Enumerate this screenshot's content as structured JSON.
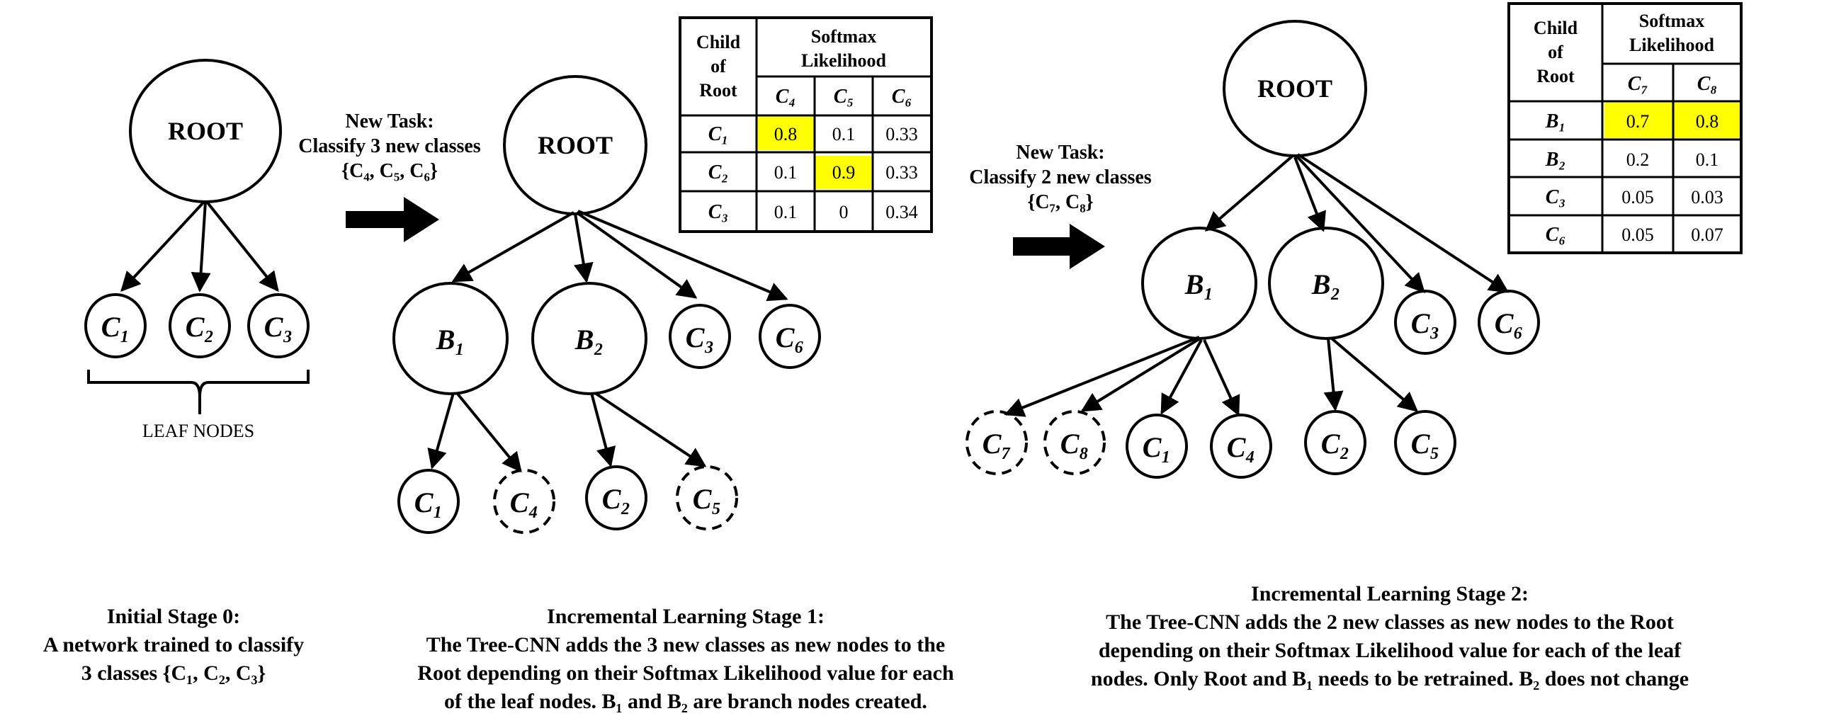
{
  "stage0": {
    "nodes": {
      "root": "ROOT",
      "c1": "C₁",
      "c2": "C₂",
      "c3": "C₃"
    },
    "leaf_label": "LEAF NODES",
    "caption": [
      "Initial Stage 0:",
      "A network trained to classify",
      "3 classes {C₁, C₂, C₃}"
    ]
  },
  "task1": {
    "title": "New Task:",
    "line2": "Classify 3 new classes",
    "set": "{C₄, C₅, C₆}"
  },
  "stage1": {
    "nodes": {
      "root": "ROOT",
      "b1": "B₁",
      "b2": "B₂",
      "c3": "C₃",
      "c6": "C₆",
      "c1": "C₁",
      "c4": "C₄",
      "c2": "C₂",
      "c5": "C₅"
    },
    "caption": [
      "Incremental Learning Stage 1:",
      "The Tree-CNN adds the 3 new classes as new nodes to the",
      "Root depending on their Softmax Likelihood value for each",
      "of the leaf nodes. B₁ and B₂ are branch nodes created."
    ]
  },
  "table1": {
    "header_child": [
      "Child",
      "of",
      "Root"
    ],
    "header_softmax": [
      "Softmax",
      "Likelihood"
    ],
    "columns": [
      "C₄",
      "C₅",
      "C₆"
    ],
    "rows": [
      {
        "label": "C₁",
        "values": [
          "0.8",
          "0.1",
          "0.33"
        ],
        "highlight": [
          true,
          false,
          false
        ]
      },
      {
        "label": "C₂",
        "values": [
          "0.1",
          "0.9",
          "0.33"
        ],
        "highlight": [
          false,
          true,
          false
        ]
      },
      {
        "label": "C₃",
        "values": [
          "0.1",
          "0",
          "0.34"
        ],
        "highlight": [
          false,
          false,
          false
        ]
      }
    ]
  },
  "task2": {
    "title": "New Task:",
    "line2": "Classify 2 new classes",
    "set": "{C₇, C₈}"
  },
  "stage2": {
    "nodes": {
      "root": "ROOT",
      "b1": "B₁",
      "b2": "B₂",
      "c3": "C₃",
      "c6": "C₆",
      "c7": "C₇",
      "c8": "C₈",
      "c1": "C₁",
      "c4": "C₄",
      "c2": "C₂",
      "c5": "C₅"
    },
    "caption": [
      "Incremental Learning Stage 2:",
      "The Tree-CNN adds the 2 new classes as new nodes to the Root",
      "depending on their Softmax Likelihood value for each of the leaf",
      "nodes. Only Root and B₁ needs to be retrained. B₂ does not change"
    ]
  },
  "table2": {
    "header_child": [
      "Child",
      "of",
      "Root"
    ],
    "header_softmax": [
      "Softmax",
      "Likelihood"
    ],
    "columns": [
      "C₇",
      "C₈"
    ],
    "rows": [
      {
        "label": "B₁",
        "values": [
          "0.7",
          "0.8"
        ],
        "highlight": [
          true,
          true
        ]
      },
      {
        "label": "B₂",
        "values": [
          "0.2",
          "0.1"
        ],
        "highlight": [
          false,
          false
        ]
      },
      {
        "label": "C₃",
        "values": [
          "0.05",
          "0.03"
        ],
        "highlight": [
          false,
          false
        ]
      },
      {
        "label": "C₆",
        "values": [
          "0.05",
          "0.07"
        ],
        "highlight": [
          false,
          false
        ]
      }
    ]
  },
  "colors": {
    "highlight": "#ffff00",
    "stroke": "#000000",
    "background": "#ffffff"
  }
}
